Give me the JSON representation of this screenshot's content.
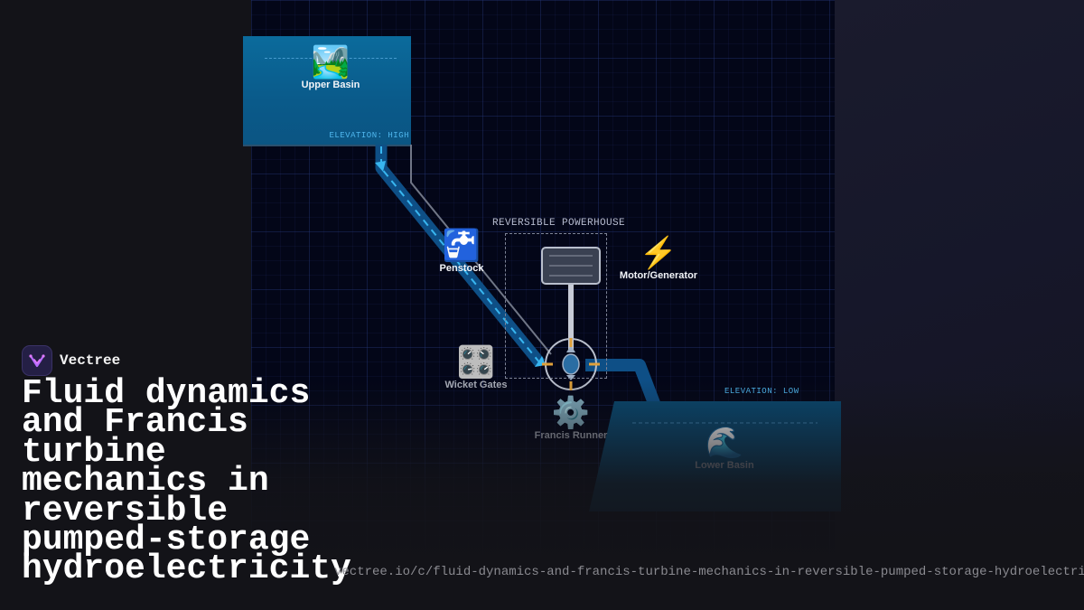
{
  "brand": {
    "name": "Vectree"
  },
  "title": "Fluid dynamics and Francis turbine mechanics in reversible pumped-storage hydroelectricity",
  "url": "vectree.io/c/fluid-dynamics-and-francis-turbine-mechanics-in-reversible-pumped-storage-hydroelectricity",
  "diagram": {
    "upper_basin": {
      "icon": "🏞️",
      "label": "Upper Basin",
      "elevation": "ELEVATION: HIGH"
    },
    "penstock": {
      "icon": "🚰",
      "label": "Penstock"
    },
    "powerhouse": {
      "label": "REVERSIBLE POWERHOUSE"
    },
    "motor_generator": {
      "icon": "⚡",
      "label": "Motor/Generator"
    },
    "wicket_gates": {
      "icon": "🎛️",
      "label": "Wicket Gates"
    },
    "francis_runner": {
      "icon": "⚙️",
      "label": "Francis Runner"
    },
    "lower_basin": {
      "icon": "🌊",
      "label": "Lower Basin",
      "elevation": "ELEVATION: LOW"
    }
  },
  "colors": {
    "water": "#0a5a8a",
    "pipe": "#0e4f86",
    "flow": "#38b6f0",
    "accent": "#e0a13a",
    "grid_bg": "#030618"
  }
}
